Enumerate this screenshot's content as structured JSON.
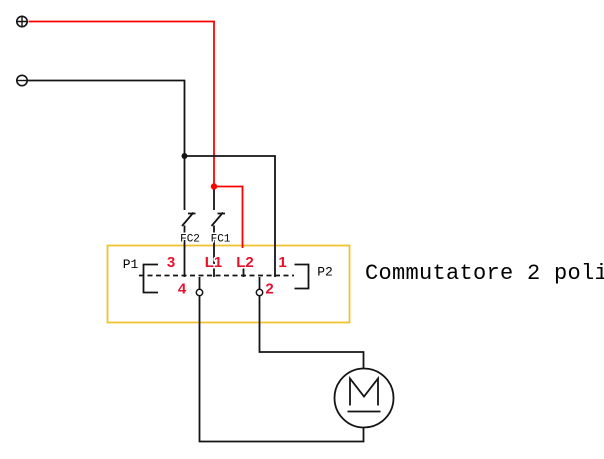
{
  "colors": {
    "wire_red": "#ff0000",
    "wire_black": "#141414",
    "label_red": "#e8112d",
    "box_yellow": "#f0c32d",
    "text_black": "#000000",
    "background": "#ffffff"
  },
  "caption": {
    "text": "Commutatore 2 poli"
  },
  "supply": {
    "positive": "+",
    "negative": "-"
  },
  "limit_switches": {
    "fc2": "FC2",
    "fc1": "FC1"
  },
  "commutator": {
    "pole_left": "P1",
    "pole_right": "P2",
    "terminal_3": "3",
    "terminal_4": "4",
    "terminal_l1": "L1",
    "terminal_l2": "L2",
    "terminal_1": "1",
    "terminal_2": "2"
  },
  "motor": {
    "symbol": "M"
  }
}
